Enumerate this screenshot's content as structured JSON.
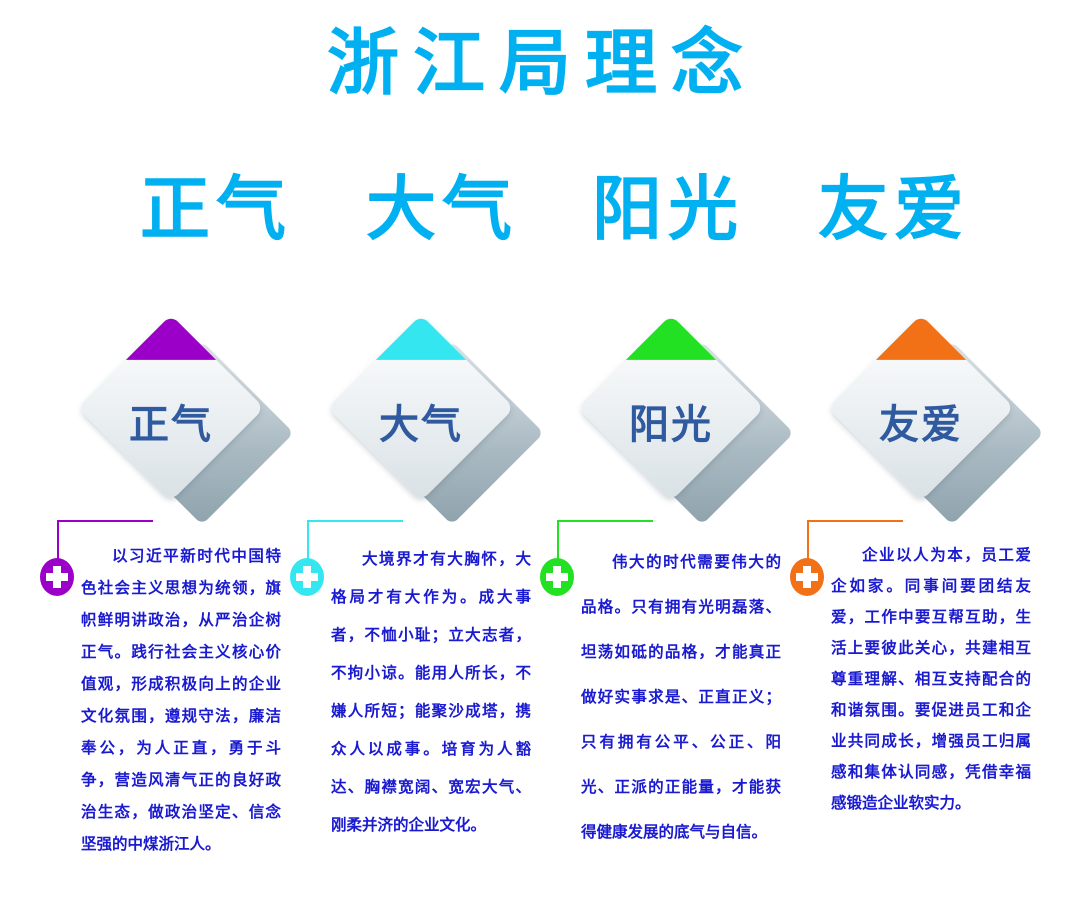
{
  "header": {
    "title": "浙江局理念",
    "values": [
      "正气",
      "大气",
      "阳光",
      "友爱"
    ]
  },
  "colors": {
    "title": "#00b0f0",
    "body_text": "#1a1ad0",
    "diamond_label": "#2f5aa0"
  },
  "cards": [
    {
      "label": "正气",
      "accent": "#9b00c8",
      "icon": "plus-icon",
      "text": "以习近平新时代中国特色社会主义思想为统领，旗帜鲜明讲政治，从严治企树正气。践行社会主义核心价值观，形成积极向上的企业文化氛围，遵规守法，廉洁奉公，为人正直，勇于斗争，营造风清气正的良好政治生态，做政治坚定、信念坚强的中煤浙江人。",
      "line_height": 32
    },
    {
      "label": "大气",
      "accent": "#33e6f0",
      "icon": "plus-icon",
      "text": "大境界才有大胸怀，大格局才有大作为。成大事者，不恤小耻；立大志者，不拘小谅。能用人所长，不嫌人所短；能聚沙成塔，携众人以成事。培育为人豁达、胸襟宽阔、宽宏大气、刚柔并济的企业文化。",
      "line_height": 38
    },
    {
      "label": "阳光",
      "accent": "#22e022",
      "icon": "plus-icon",
      "text": "伟大的时代需要伟大的品格。只有拥有光明磊落、坦荡如砥的品格，才能真正做好实事求是、正直正义；只有拥有公平、公正、阳光、正派的正能量，才能获得健康发展的底气与自信。",
      "line_height": 45
    },
    {
      "label": "友爱",
      "accent": "#f27016",
      "icon": "plus-icon",
      "text": "企业以人为本，员工爱企如家。同事间要团结友爱，工作中要互帮互助，生活上要彼此关心，共建相互尊重理解、相互支持配合的和谐氛围。要促进员工和企业共同成长，增强员工归属感和集体认同感，凭借幸福感锻造企业软实力。",
      "line_height": 31
    }
  ]
}
